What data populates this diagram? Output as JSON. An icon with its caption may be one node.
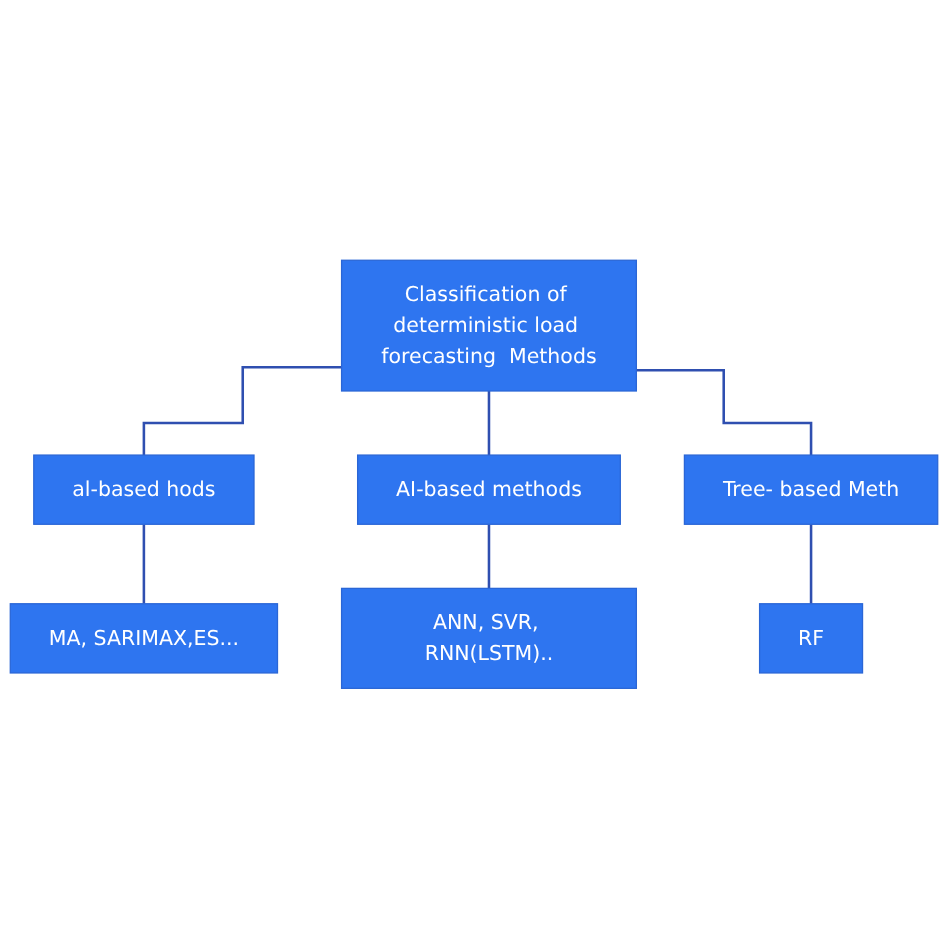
{
  "diagram": {
    "nodes": [
      {
        "text": [
          "Classification of deterministic load forecasting  Methods"
        ]
      },
      {
        "text": [
          "al-based hods"
        ]
      },
      {
        "text": [
          "AI-based methods"
        ]
      },
      {
        "text": [
          "Tree- based Meth"
        ]
      },
      {
        "text": [
          "MA, SARIMAX,ES..."
        ]
      },
      {
        "text": [
          "ANN, SVR, RNN(LSTM).."
        ]
      },
      {
        "text": [
          "RF"
        ]
      }
    ],
    "edges": [
      {
        "from": 0,
        "to": 1,
        "arrow": "none"
      },
      {
        "from": 0,
        "to": 2,
        "arrow": "none"
      },
      {
        "from": 0,
        "to": 3,
        "arrow": "none"
      },
      {
        "from": 1,
        "to": 4,
        "arrow": "none"
      },
      {
        "from": 2,
        "to": 5,
        "arrow": "none"
      },
      {
        "from": 3,
        "to": 6,
        "arrow": "none"
      }
    ]
  }
}
